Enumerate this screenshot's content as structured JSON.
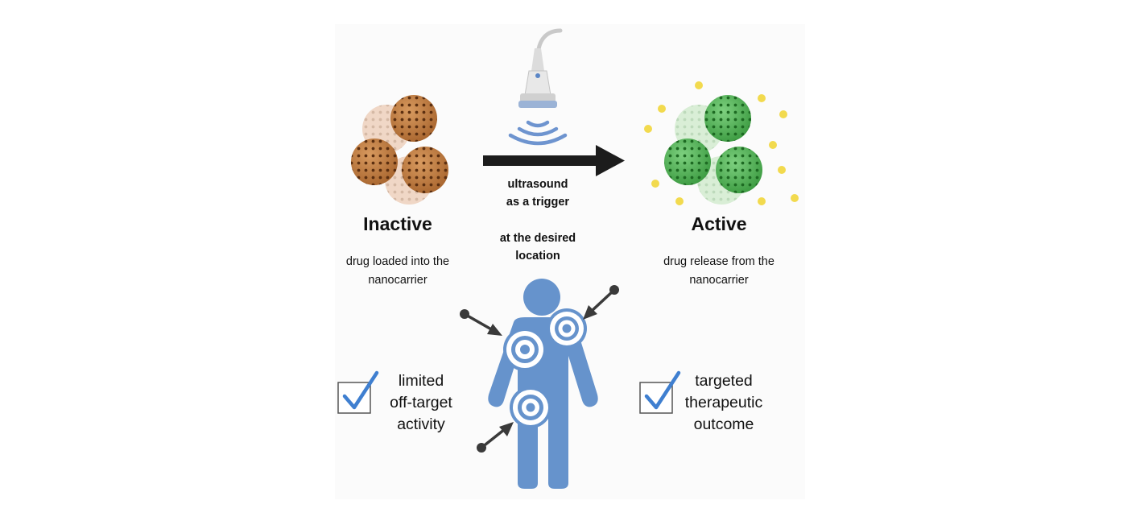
{
  "inactive": {
    "title": "Inactive",
    "desc_line1": "drug loaded into the",
    "desc_line2": "nanocarrier",
    "color": "#b8743c"
  },
  "active": {
    "title": "Active",
    "desc_line1": "drug release from the",
    "desc_line2": "nanocarrier",
    "color": "#4aa84e",
    "drug_color": "#f2da4e"
  },
  "trigger": {
    "line1": "ultrasound",
    "line2": "as a trigger",
    "location_line1": "at the desired",
    "location_line2": "location",
    "icon": "ultrasound-probe-icon",
    "wave_color": "#5b86c6"
  },
  "checks": {
    "left": {
      "line1": "limited",
      "line2": "off-target",
      "line3": "activity",
      "checked": true
    },
    "right": {
      "line1": "targeted",
      "line2": "therapeutic",
      "line3": "outcome",
      "checked": true
    },
    "check_color": "#3f7fd0"
  },
  "body_figure": {
    "icon": "human-body-icon",
    "color": "#6693cc",
    "target_icon": "target-icon"
  }
}
